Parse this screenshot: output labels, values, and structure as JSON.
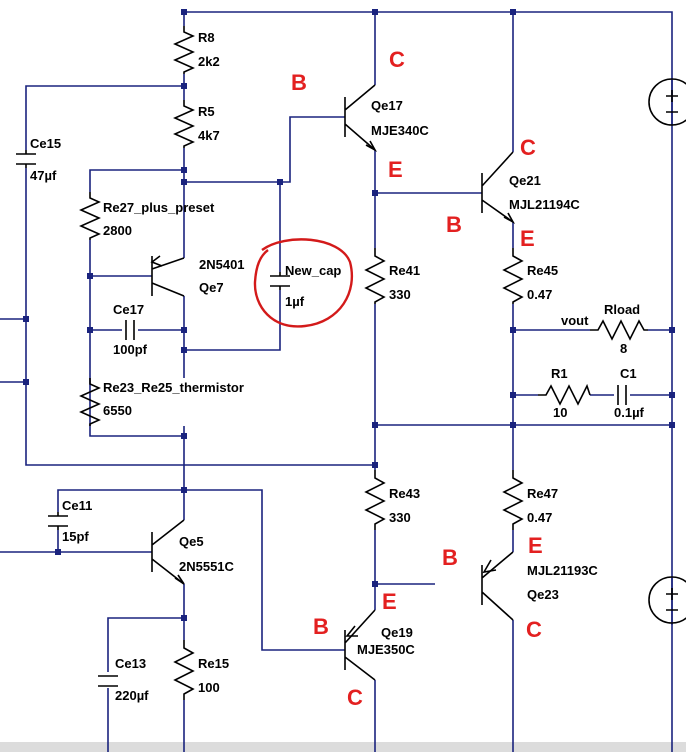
{
  "colors": {
    "wire": "#1a237e",
    "component": "#000000",
    "pin_label": "#e32020",
    "highlight": "#d31a1a",
    "background": "#ffffff"
  },
  "components": {
    "r8": {
      "name": "R8",
      "value": "2k2"
    },
    "r5": {
      "name": "R5",
      "value": "4k7"
    },
    "ce15": {
      "name": "Ce15",
      "value": "47µf"
    },
    "re27": {
      "name": "Re27_plus_preset",
      "value": "2800"
    },
    "qe7": {
      "part": "2N5401",
      "name": "Qe7"
    },
    "ce17": {
      "name": "Ce17",
      "value": "100pf"
    },
    "re23": {
      "name": "Re23_Re25_thermistor",
      "value": "6550"
    },
    "newcap": {
      "name": "New_cap",
      "value": "1µf"
    },
    "qe17": {
      "name": "Qe17",
      "part": "MJE340C"
    },
    "re41": {
      "name": "Re41",
      "value": "330"
    },
    "qe21": {
      "name": "Qe21",
      "part": "MJL21194C"
    },
    "re45": {
      "name": "Re45",
      "value": "0.47"
    },
    "vout": {
      "name": "vout"
    },
    "rload": {
      "name": "Rload",
      "value": "8"
    },
    "r1": {
      "name": "R1",
      "value": "10"
    },
    "c1": {
      "name": "C1",
      "value": "0.1µf"
    },
    "ce11": {
      "name": "Ce11",
      "value": "15pf"
    },
    "qe5": {
      "name": "Qe5",
      "part": "2N5551C"
    },
    "ce13": {
      "name": "Ce13",
      "value": "220µf"
    },
    "re15": {
      "name": "Re15",
      "value": "100"
    },
    "re43": {
      "name": "Re43",
      "value": "330"
    },
    "re47": {
      "name": "Re47",
      "value": "0.47"
    },
    "qe19": {
      "name": "Qe19",
      "part": "MJE350C"
    },
    "qe23": {
      "part": "MJL21193C",
      "name": "Qe23"
    }
  },
  "pins": {
    "b": "B",
    "c": "C",
    "e": "E"
  }
}
